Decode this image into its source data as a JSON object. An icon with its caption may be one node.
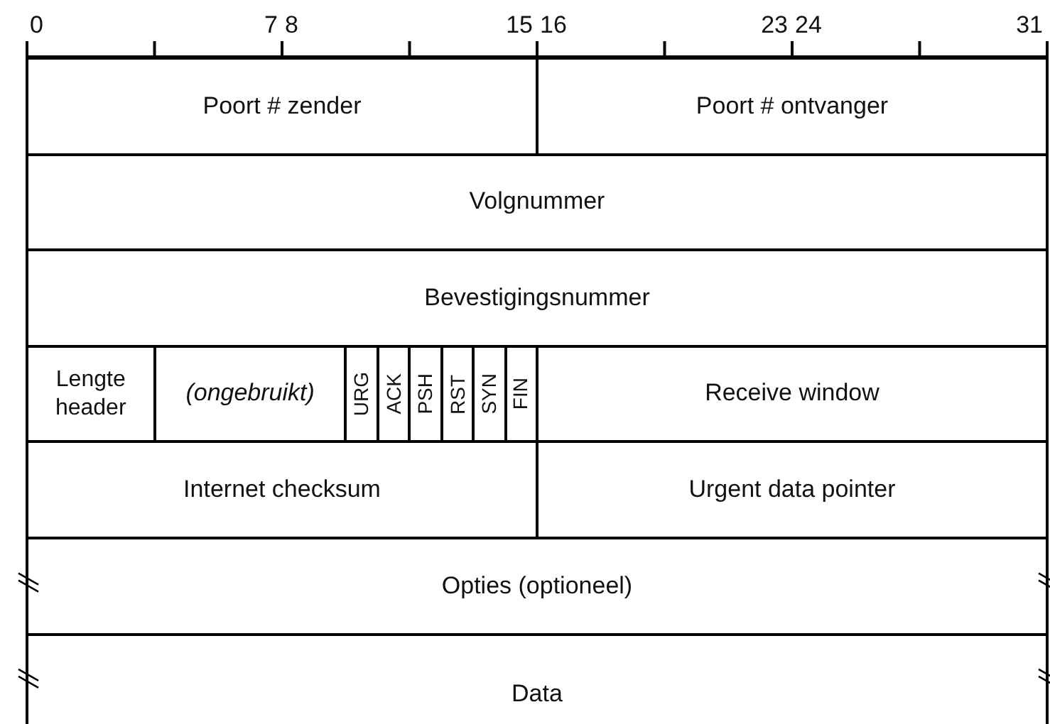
{
  "diagram": {
    "nodes": [
      {
        "text": [
          "Poort # zender"
        ]
      },
      {
        "text": [
          "Poort # ontvanger"
        ]
      },
      {
        "text": [
          "Volgnummer"
        ]
      },
      {
        "text": [
          "Bevestigingsnummer"
        ]
      },
      {
        "text": [
          "Lengte header"
        ]
      },
      {
        "text": [
          "(ongebruikt)"
        ]
      },
      {
        "text": [
          "URG"
        ]
      },
      {
        "text": [
          "ACK"
        ]
      },
      {
        "text": [
          "PSH"
        ]
      },
      {
        "text": [
          "RST"
        ]
      },
      {
        "text": [
          "SYN"
        ]
      },
      {
        "text": [
          "FIN"
        ]
      },
      {
        "text": [
          "Receive window"
        ]
      },
      {
        "text": [
          "Internet checksum"
        ]
      },
      {
        "text": [
          "Urgent data pointer"
        ]
      },
      {
        "text": [
          "Opties (optioneel)"
        ]
      },
      {
        "text": [
          "Data"
        ]
      }
    ],
    "edges": [],
    "labels": [
      "0",
      "7",
      "8",
      "15",
      "16",
      "23",
      "24",
      "31"
    ]
  }
}
